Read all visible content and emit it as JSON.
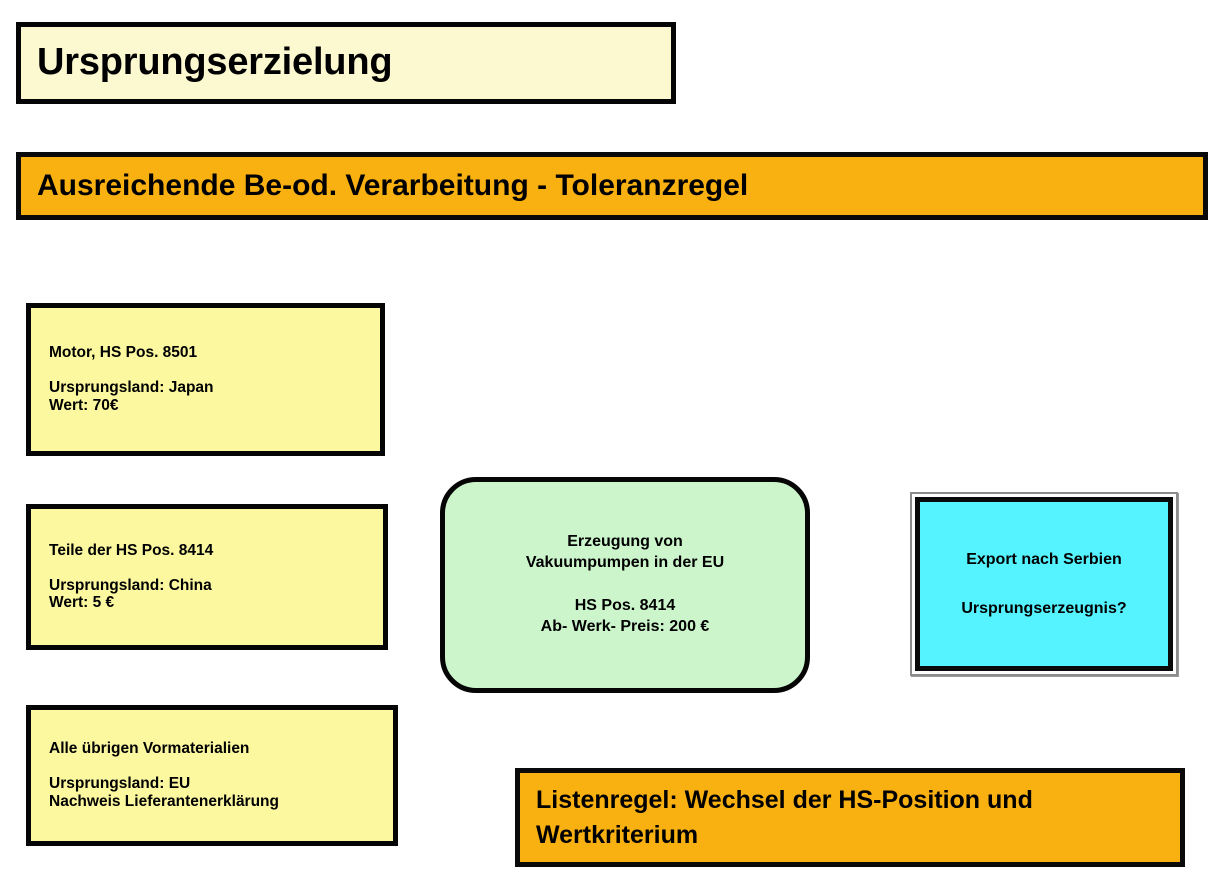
{
  "slide": {
    "title": "Ursprungserzielung",
    "banner": "Ausreichende Be-od. Verarbeitung - Toleranzregel",
    "colors": {
      "title_fill": "#fcf8cf",
      "banner_fill": "#f9b011",
      "material_fill": "#fbf8a0",
      "production_fill": "#ccf5cc",
      "export_fill": "#55f2ff",
      "rule_fill": "#f9b011",
      "border": "#050505"
    }
  },
  "materials": [
    {
      "name": "Motor, HS Pos. 8501",
      "origin": "Ursprungsland: Japan",
      "value": "Wert: 70€"
    },
    {
      "name": "Teile der HS Pos. 8414",
      "origin": "Ursprungsland: China",
      "value": "Wert: 5 €"
    },
    {
      "name": "Alle übrigen Vormaterialien",
      "origin": "Ursprungsland: EU",
      "value": "Nachweis Lieferantenerklärung"
    }
  ],
  "production": {
    "line1": "Erzeugung von",
    "line2": "Vakuumpumpen in der EU",
    "line3": "HS Pos. 8414",
    "line4": "Ab- Werk- Preis: 200 €"
  },
  "export": {
    "line1": "Export nach Serbien",
    "line2": "Ursprungserzeugnis?"
  },
  "rule": {
    "line1": "Listenregel: Wechsel der HS-Position und",
    "line2": "Wertkriterium"
  }
}
